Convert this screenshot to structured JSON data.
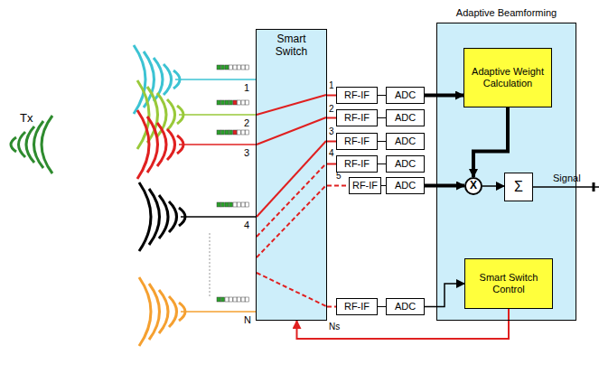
{
  "diagram": {
    "nodes": [
      {
        "text": [
          "Smart Switch"
        ]
      },
      {
        "text": [
          "RF-IF"
        ]
      },
      {
        "text": [
          "ADC"
        ]
      },
      {
        "text": [
          "RF-IF"
        ]
      },
      {
        "text": [
          "ADC"
        ]
      },
      {
        "text": [
          "RF-IF"
        ]
      },
      {
        "text": [
          "ADC"
        ]
      },
      {
        "text": [
          "RF-IF"
        ]
      },
      {
        "text": [
          "ADC"
        ]
      },
      {
        "text": [
          "RF-IF"
        ]
      },
      {
        "text": [
          "ADC"
        ]
      },
      {
        "text": [
          "RF-IF"
        ]
      },
      {
        "text": [
          "ADC"
        ]
      },
      {
        "text": [
          "Adaptive Beamforming"
        ]
      },
      {
        "text": [
          "Adaptive Weight Calculation"
        ],
        "in": 13
      },
      {
        "text": [
          "X"
        ],
        "in": 13
      },
      {
        "text": [
          "Σ"
        ],
        "in": 13
      },
      {
        "text": [
          "Smart Switch Control"
        ],
        "in": 13
      }
    ],
    "edges": [
      {
        "from": 0,
        "to": 1,
        "arrow": "none"
      },
      {
        "from": 0,
        "to": 3,
        "arrow": "none"
      },
      {
        "from": 0,
        "to": 5,
        "arrow": "none"
      },
      {
        "from": 0,
        "to": 7,
        "arrow": "none"
      },
      {
        "from": 0,
        "to": 9,
        "arrow": "none"
      },
      {
        "from": 0,
        "to": 11,
        "arrow": "none"
      },
      {
        "from": 1,
        "to": 2,
        "arrow": "none"
      },
      {
        "from": 3,
        "to": 4,
        "arrow": "none"
      },
      {
        "from": 5,
        "to": 6,
        "arrow": "none"
      },
      {
        "from": 7,
        "to": 8,
        "arrow": "none"
      },
      {
        "from": 9,
        "to": 10,
        "arrow": "none"
      },
      {
        "from": 11,
        "to": 12,
        "arrow": "none"
      },
      {
        "from": 2,
        "to": 14,
        "arrow": "to"
      },
      {
        "from": 10,
        "to": 15,
        "arrow": "to"
      },
      {
        "from": 12,
        "to": 17,
        "arrow": "to"
      },
      {
        "from": 14,
        "to": 15,
        "arrow": "to"
      },
      {
        "from": 15,
        "to": 16,
        "arrow": "to"
      },
      {
        "from": 17,
        "to": 0,
        "arrow": "to"
      }
    ],
    "labels": [
      "Tx",
      "1",
      "2",
      "3",
      "4",
      "N",
      "1",
      "2",
      "3",
      "4",
      "5",
      "Ns",
      "Signal"
    ]
  }
}
